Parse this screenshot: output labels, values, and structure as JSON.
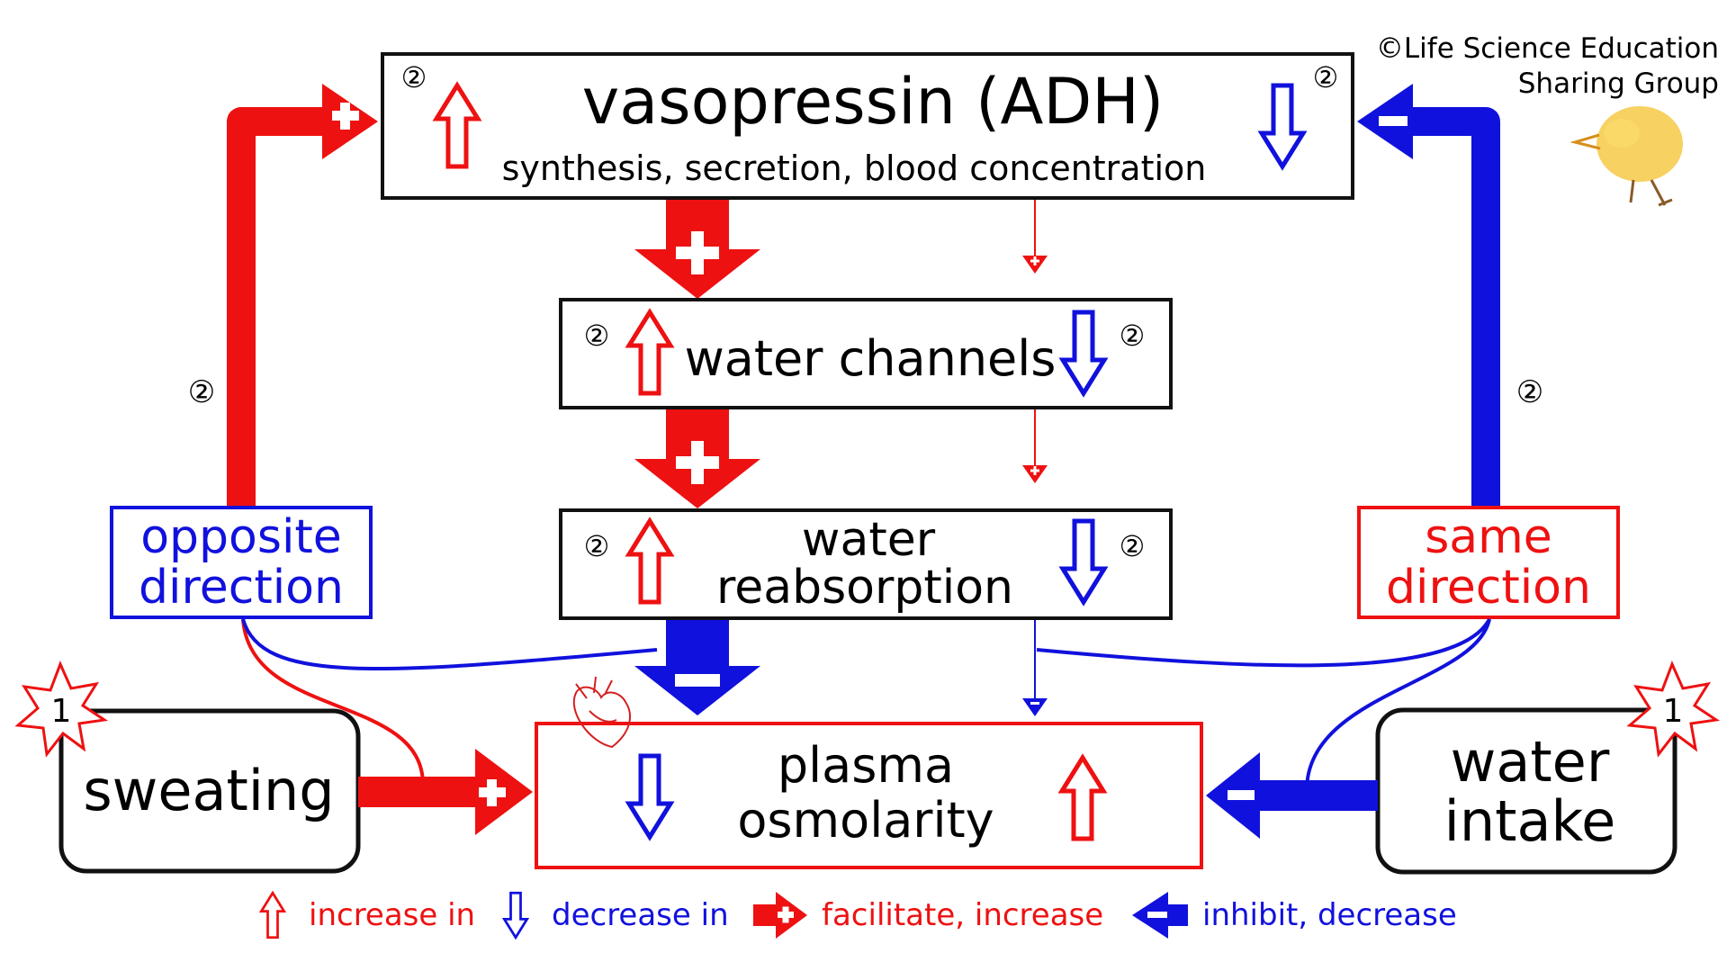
{
  "credit": {
    "line1": "©Life Science Education",
    "line2": "Sharing Group"
  },
  "colors": {
    "increase": "#ee1111",
    "decrease": "#1111dd",
    "box_border": "#111111"
  },
  "step_marker": "②",
  "trigger_marker": "1",
  "nodes": {
    "vasopressin": {
      "title": "vasopressin (ADH)",
      "subtitle": "synthesis, secretion, blood concentration"
    },
    "water_channels": {
      "title": "water channels"
    },
    "water_reabsorption": {
      "line1": "water",
      "line2": "reabsorption"
    },
    "plasma_osmolarity": {
      "line1": "plasma",
      "line2": "osmolarity"
    },
    "sweating": {
      "title": "sweating"
    },
    "water_intake": {
      "line1": "water",
      "line2": "intake"
    },
    "opposite_direction": {
      "line1": "opposite",
      "line2": "direction"
    },
    "same_direction": {
      "line1": "same",
      "line2": "direction"
    }
  },
  "legend": {
    "increase": "increase in",
    "decrease": "decrease in",
    "facilitate": "facilitate, increase",
    "inhibit": "inhibit, decrease"
  }
}
